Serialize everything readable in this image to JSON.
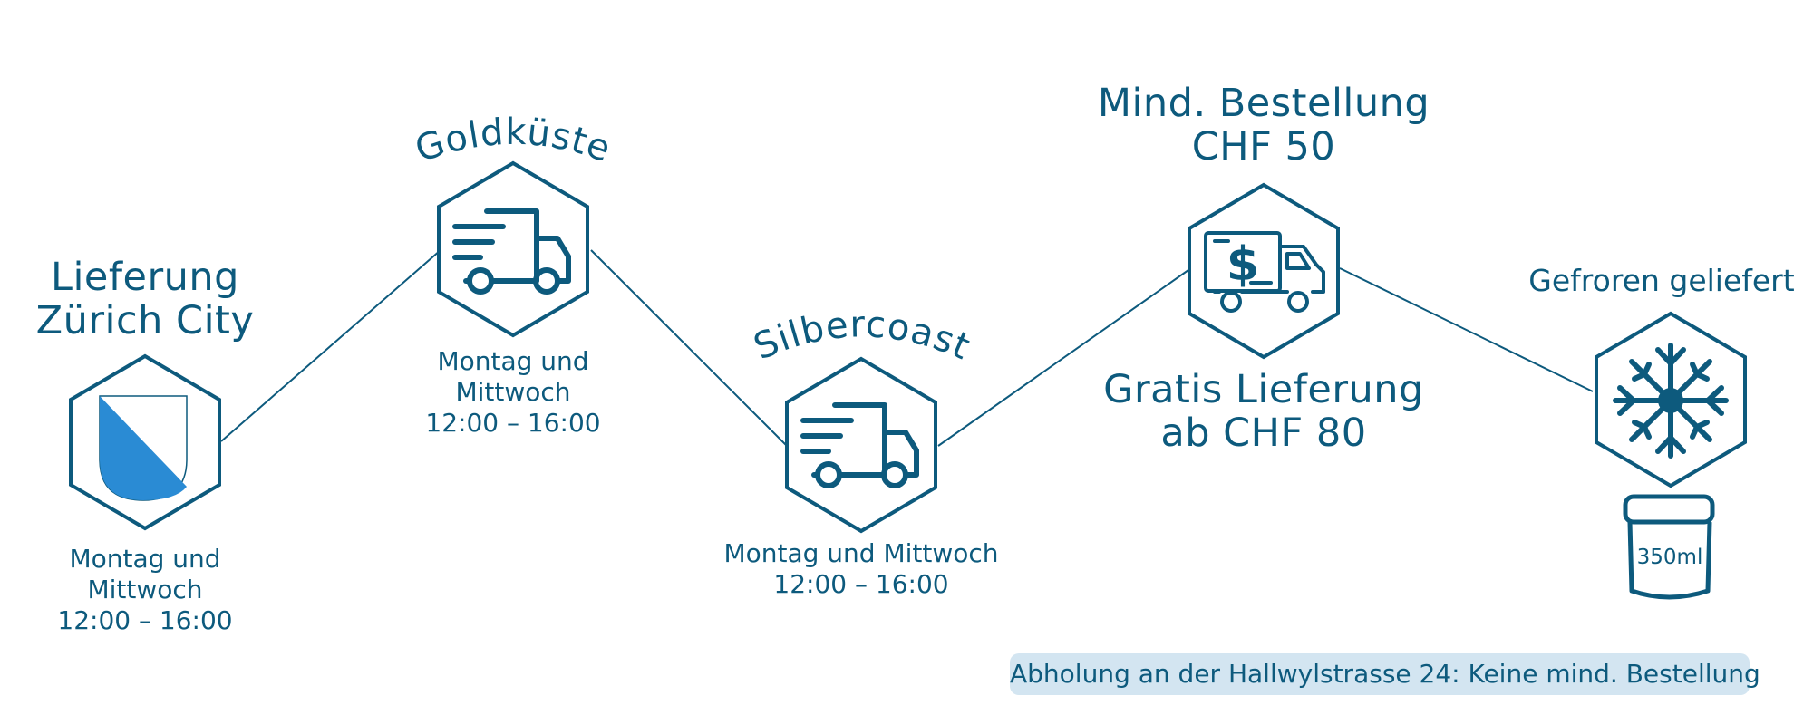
{
  "colors": {
    "primary": "#0d5a7d",
    "shield": "#2a8bd4",
    "pill": "#d3e5f1"
  },
  "stops": [
    {
      "title_lines": [
        "Lieferung",
        "Zürich City"
      ],
      "icon": "zurich-shield-icon",
      "schedule_lines": [
        "Montag und",
        "Mittwoch",
        "12:00 – 16:00"
      ]
    },
    {
      "title": "Goldküste",
      "icon": "delivery-truck-icon",
      "schedule_lines": [
        "Montag und",
        "Mittwoch",
        "12:00 – 16:00"
      ]
    },
    {
      "title": "Silbercoast",
      "icon": "delivery-truck-icon",
      "schedule_lines": [
        "Montag und Mittwoch",
        "12:00 – 16:00"
      ]
    },
    {
      "title_lines": [
        "Mind. Bestellung",
        "CHF 50"
      ],
      "icon": "money-truck-icon",
      "icon_text": "$",
      "note_lines": [
        "Gratis Lieferung",
        "ab CHF 80"
      ]
    },
    {
      "title": "Gefroren geliefert",
      "icon": "snowflake-icon",
      "container_icon": "tub-container-icon",
      "container_label": "350ml"
    }
  ],
  "pickup_note": "Abholung an der Hallwylstrasse 24: Keine mind. Bestellung"
}
